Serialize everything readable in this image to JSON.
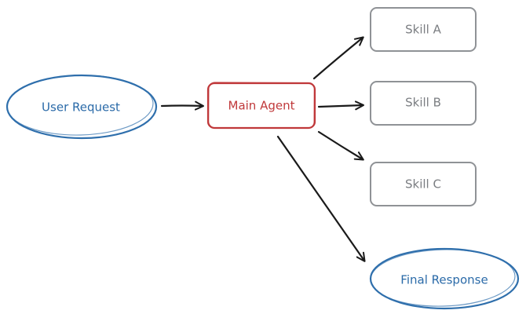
{
  "colors": {
    "input_stroke": "#2f6fac",
    "input_text": "#2a6aa8",
    "agent_stroke": "#c0393b",
    "agent_text": "#c0393b",
    "skill_stroke": "#8f9296",
    "skill_text": "#7b7e82",
    "arrow": "#1a1a1a"
  },
  "nodes": {
    "user_request": {
      "label": "User Request",
      "shape": "ellipse"
    },
    "main_agent": {
      "label": "Main Agent",
      "shape": "rounded-rect"
    },
    "skill_a": {
      "label": "Skill A",
      "shape": "rounded-rect"
    },
    "skill_b": {
      "label": "Skill B",
      "shape": "rounded-rect"
    },
    "skill_c": {
      "label": "Skill C",
      "shape": "rounded-rect"
    },
    "final_response": {
      "label": "Final Response",
      "shape": "ellipse"
    }
  },
  "edges": [
    {
      "from": "user_request",
      "to": "main_agent"
    },
    {
      "from": "main_agent",
      "to": "skill_a"
    },
    {
      "from": "main_agent",
      "to": "skill_b"
    },
    {
      "from": "main_agent",
      "to": "skill_c"
    },
    {
      "from": "main_agent",
      "to": "final_response"
    }
  ]
}
